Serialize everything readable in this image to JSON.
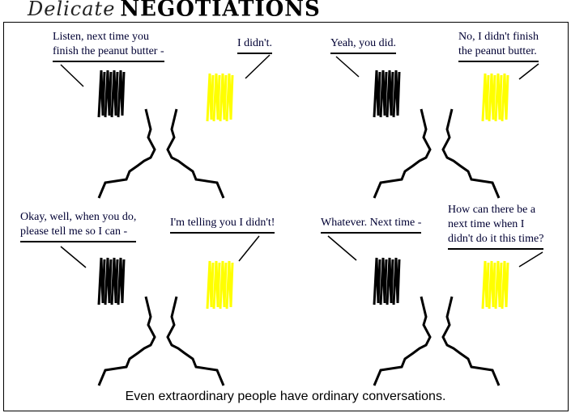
{
  "title": {
    "script_part": "Delicate",
    "bold_part": "NEGOTIATIONS"
  },
  "colors": {
    "speaker_a_hair": "#000000",
    "speaker_b_hair": "#ffff00",
    "text": "#000033"
  },
  "panels": [
    {
      "left_speech": [
        "Listen, next time you",
        "finish the peanut butter -"
      ],
      "right_speech": [
        "I didn't."
      ]
    },
    {
      "left_speech": [
        "Yeah, you did."
      ],
      "right_speech": [
        "No, I didn't finish",
        "the peanut butter."
      ]
    },
    {
      "left_speech": [
        "Okay, well, when you do,",
        "please tell me so I can -"
      ],
      "right_speech": [
        "I'm telling you I didn't!"
      ]
    },
    {
      "left_speech": [
        "Whatever. Next time -"
      ],
      "right_speech": [
        "How can there be a",
        "next time when I",
        "didn't do it this time?"
      ]
    }
  ],
  "caption": "Even extraordinary people have ordinary conversations."
}
